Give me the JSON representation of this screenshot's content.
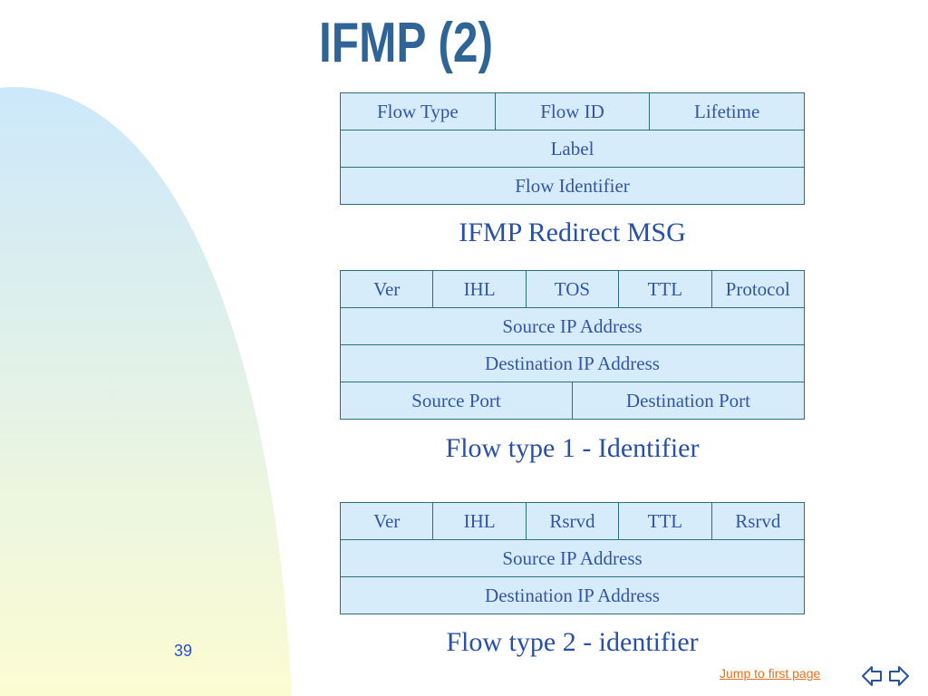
{
  "slide": {
    "title": "IFMP (2)",
    "page_number": "39",
    "jump_link": "Jump to first page",
    "nav_icon": "back-forward-arrows-icon",
    "background_gradient_colors": [
      "#cce8fb",
      "#fcfcd2"
    ],
    "title_color": "#2f6496"
  },
  "tables": [
    {
      "caption": "IFMP Redirect MSG",
      "rows": [
        [
          "Flow Type",
          "Flow ID",
          "Lifetime"
        ],
        [
          "Label"
        ],
        [
          "Flow Identifier"
        ]
      ]
    },
    {
      "caption": "Flow type 1 - Identifier",
      "rows": [
        [
          "Ver",
          "IHL",
          "TOS",
          "TTL",
          "Protocol"
        ],
        [
          "Source IP Address"
        ],
        [
          "Destination IP Address"
        ],
        [
          "Source Port",
          "Destination Port"
        ]
      ]
    },
    {
      "caption": "Flow type 2 - identifier",
      "rows": [
        [
          "Ver",
          "IHL",
          "Rsrvd",
          "TTL",
          "Rsrvd"
        ],
        [
          "Source IP Address"
        ],
        [
          "Destination IP Address"
        ]
      ]
    }
  ]
}
